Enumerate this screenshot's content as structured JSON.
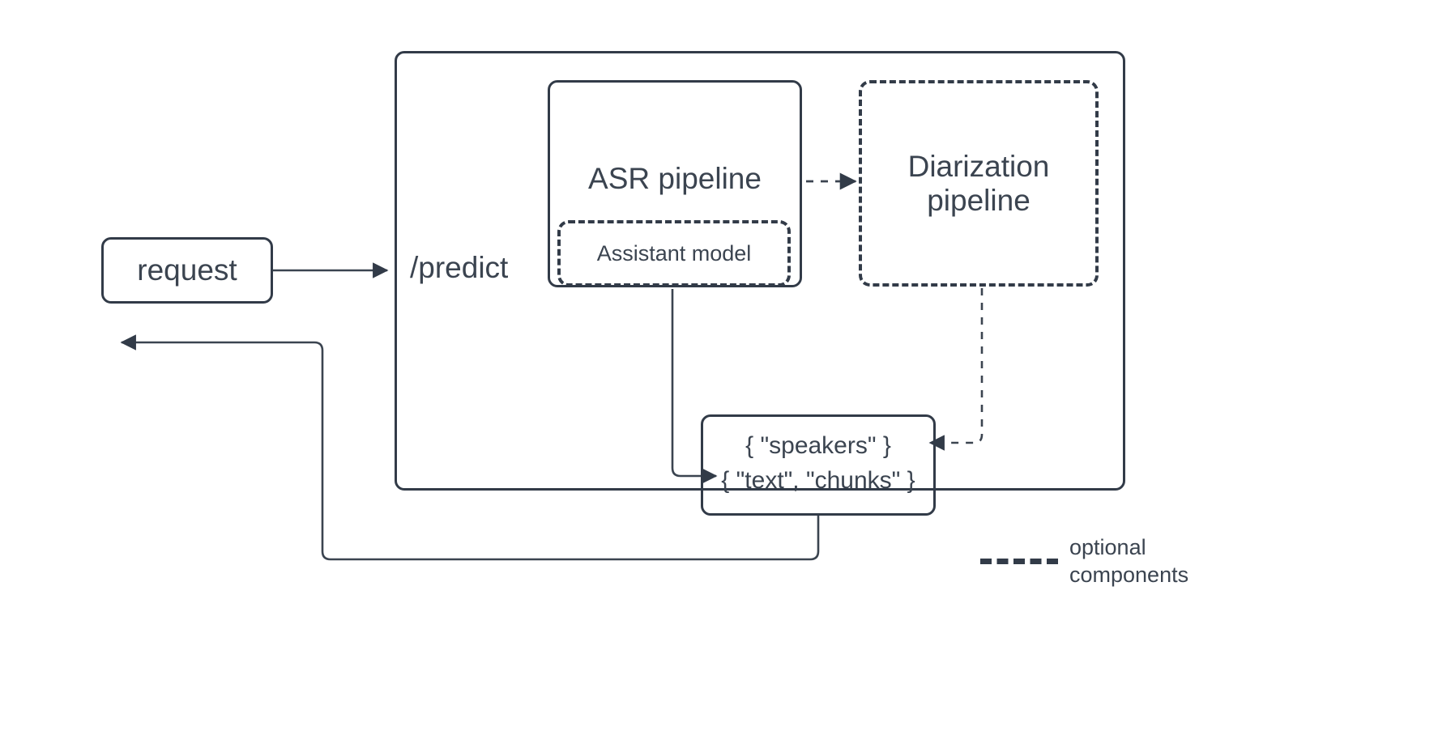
{
  "diagram": {
    "title": "ASR inference endpoint flow",
    "colors": {
      "stroke": "#323b48",
      "text": "#3b4450",
      "background": "#ffffff"
    },
    "nodes": {
      "request": {
        "label": "request",
        "style": "solid"
      },
      "predict": {
        "label": "/predict",
        "style": "solid"
      },
      "asr_pipeline": {
        "label": "ASR pipeline",
        "style": "solid"
      },
      "assistant_model": {
        "label": "Assistant model",
        "style": "dashed"
      },
      "diarization_pipeline": {
        "label_line1": "Diarization",
        "label_line2": "pipeline",
        "style": "dashed"
      },
      "output": {
        "line1": "{ \"speakers\" }",
        "line2": "{ \"text\", \"chunks\" }",
        "style": "solid"
      }
    },
    "legend": {
      "label": "optional\ncomponents",
      "line_style": "dashed"
    },
    "edges": [
      {
        "from": "request",
        "to": "predict",
        "style": "solid",
        "arrow": true
      },
      {
        "from": "asr_pipeline",
        "to": "diarization_pipeline",
        "style": "dashed",
        "arrow": true
      },
      {
        "from": "assistant_model",
        "to": "output.line2",
        "style": "solid",
        "arrow": true
      },
      {
        "from": "diarization_pipeline",
        "to": "output.line1",
        "style": "dashed",
        "arrow": true
      },
      {
        "from": "output",
        "to": "request-return",
        "style": "solid",
        "arrow": true
      }
    ]
  }
}
